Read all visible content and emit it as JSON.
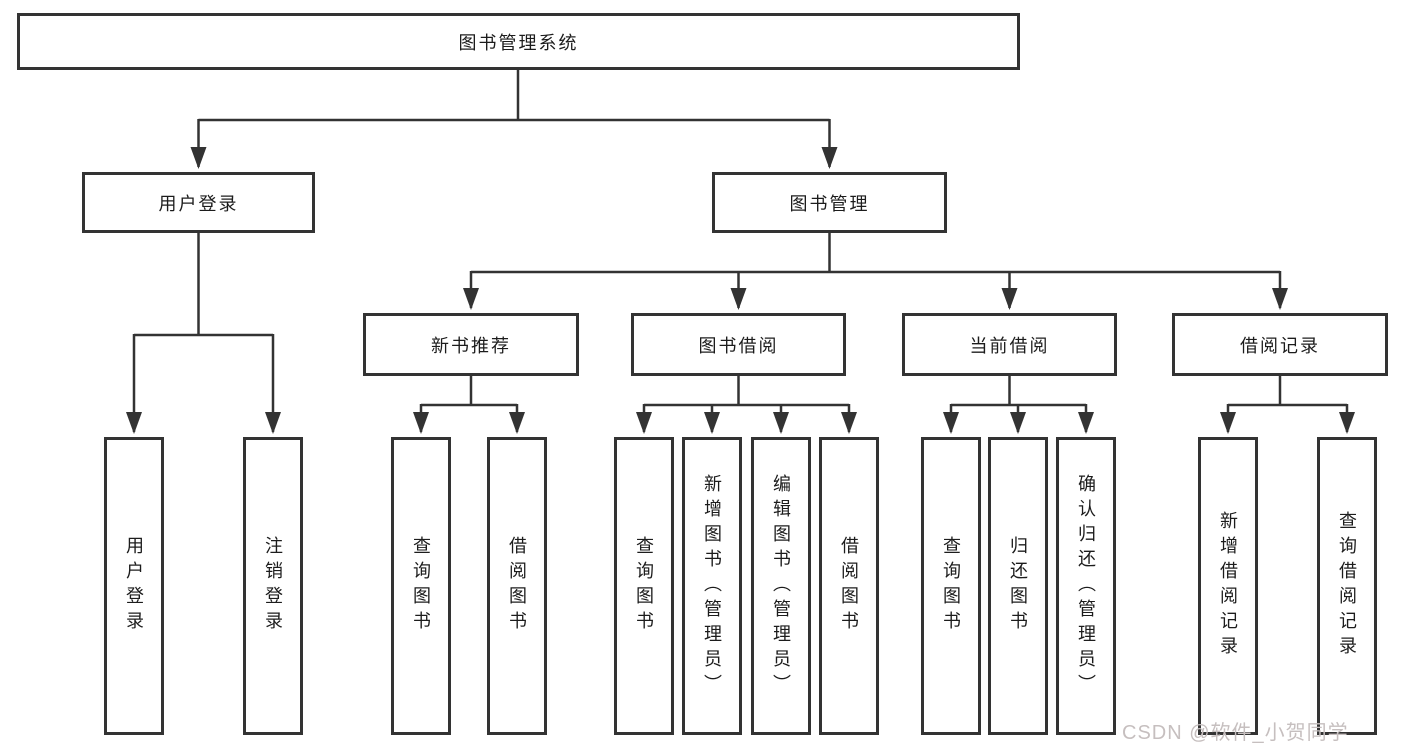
{
  "diagram": {
    "title_note": "functional structure chart",
    "root": {
      "label": "图书管理系统"
    },
    "level2": {
      "user_login": {
        "label": "用户登录"
      },
      "book_management": {
        "label": "图书管理"
      }
    },
    "level3": {
      "new_book_recommend": {
        "label": "新书推荐"
      },
      "book_borrow": {
        "label": "图书借阅"
      },
      "current_borrow": {
        "label": "当前借阅"
      },
      "borrow_record": {
        "label": "借阅记录"
      }
    },
    "leaves": {
      "user_login": [
        "用户登录",
        "注销登录"
      ],
      "new_book_recommend": [
        "查询图书",
        "借阅图书"
      ],
      "book_borrow": [
        "查询图书",
        "新增图书（管理员）",
        "编辑图书（管理员）",
        "借阅图书"
      ],
      "current_borrow": [
        "查询图书",
        "归还图书",
        "确认归还（管理员）"
      ],
      "borrow_record": [
        "新增借阅记录",
        "查询借阅记录"
      ]
    }
  },
  "watermark": "CSDN @软件_小贺同学",
  "colors": {
    "line": "#333333",
    "box_border": "#333333",
    "text": "#1c1c1c",
    "watermark": "#c6bfbf",
    "background": "#ffffff"
  }
}
